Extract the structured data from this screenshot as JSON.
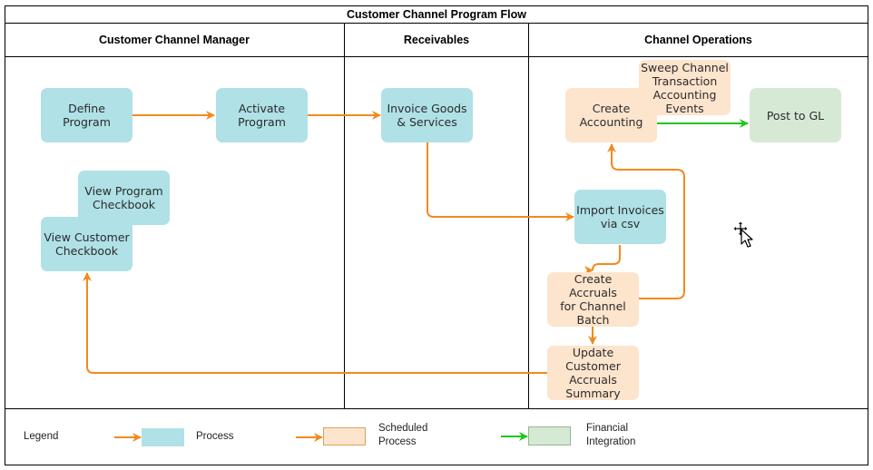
{
  "diagram": {
    "title": "Customer Channel Program Flow",
    "lanes": [
      {
        "id": "ccm",
        "label": "Customer Channel Manager"
      },
      {
        "id": "rec",
        "label": "Receivables"
      },
      {
        "id": "ops",
        "label": "Channel Operations"
      }
    ],
    "nodes": {
      "define_program": {
        "label": "Define Program",
        "kind": "process"
      },
      "activate_program": {
        "label": "Activate\nProgram",
        "kind": "process"
      },
      "invoice_goods": {
        "label": "Invoice Goods\n& Services",
        "kind": "process"
      },
      "view_program_checkbook": {
        "label": "View Program\nCheckbook",
        "kind": "process"
      },
      "view_customer_checkbook": {
        "label": "View Customer\nCheckbook",
        "kind": "process"
      },
      "sweep_channel": {
        "label": "Sweep Channel\nTransaction\nAccounting\nEvents",
        "kind": "scheduled"
      },
      "create_accounting": {
        "label": "Create\nAccounting",
        "kind": "scheduled"
      },
      "post_to_gl": {
        "label": "Post to GL",
        "kind": "financial"
      },
      "import_invoices": {
        "label": "Import Invoices\nvia csv",
        "kind": "process"
      },
      "create_accruals": {
        "label": "Create Accruals\nfor Channel\nBatch",
        "kind": "scheduled"
      },
      "update_customer_accruals": {
        "label": "Update\nCustomer\nAccruals\nSummary",
        "kind": "scheduled"
      }
    },
    "edges": [
      {
        "from": "define_program",
        "to": "activate_program",
        "kind": "process"
      },
      {
        "from": "activate_program",
        "to": "invoice_goods",
        "kind": "process"
      },
      {
        "from": "invoice_goods",
        "to": "import_invoices",
        "kind": "process"
      },
      {
        "from": "import_invoices",
        "to": "create_accruals",
        "kind": "process"
      },
      {
        "from": "create_accruals",
        "to": "update_customer_accruals",
        "kind": "process"
      },
      {
        "from": "create_accruals",
        "to": "create_accounting",
        "kind": "process"
      },
      {
        "from": "create_accounting",
        "to": "post_to_gl",
        "kind": "financial"
      },
      {
        "from": "update_customer_accruals",
        "to": "view_customer_checkbook",
        "kind": "process"
      }
    ],
    "legend": {
      "title": "Legend",
      "items": [
        {
          "label": "Process",
          "kind": "process"
        },
        {
          "label": "Scheduled\nProcess",
          "kind": "scheduled"
        },
        {
          "label": "Financial\nIntegration",
          "kind": "financial"
        }
      ]
    },
    "colors": {
      "process_fill": "#afe1e6",
      "scheduled_fill": "#fde4cd",
      "financial_fill": "#d6e9d5",
      "flow_arrow": "#f28a1e",
      "financial_arrow": "#1cc81c",
      "border": "#000000"
    }
  }
}
